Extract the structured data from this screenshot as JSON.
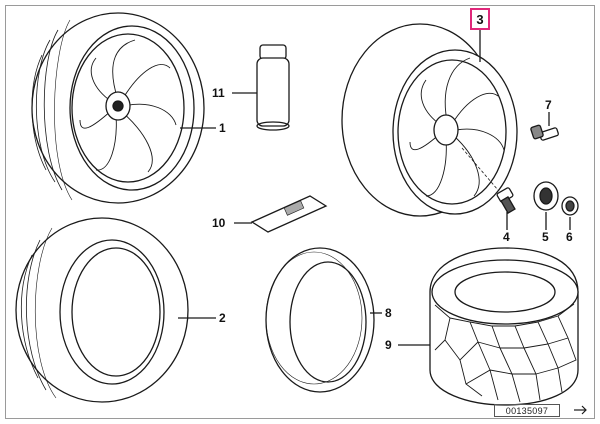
{
  "labels": {
    "p1": "1",
    "p2": "2",
    "p3": "3",
    "p4": "4",
    "p5": "5",
    "p6": "6",
    "p7": "7",
    "p8": "8",
    "p9": "9",
    "p10": "10",
    "p11": "11"
  },
  "catalog_number": "00135097",
  "colors": {
    "line": "#1a1a1a",
    "callout_border": "#e0287a",
    "frame": "#9a9a9a"
  }
}
